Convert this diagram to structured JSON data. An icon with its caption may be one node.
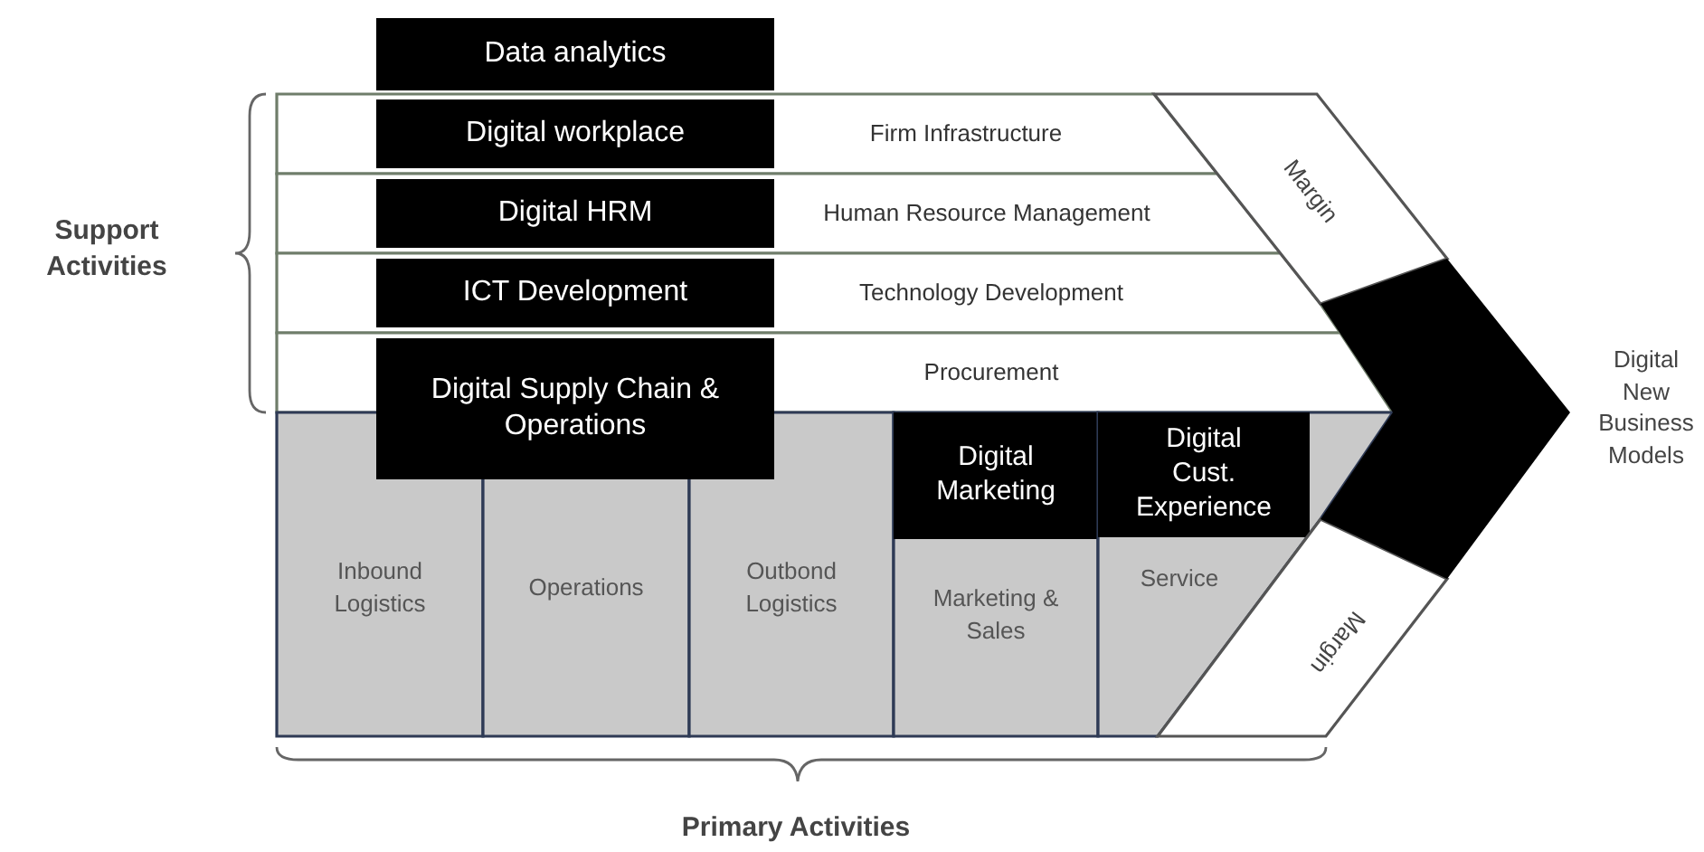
{
  "diagram": {
    "nodes": [
      {
        "text": [
          "Data analytics"
        ]
      },
      {
        "text": [
          "Firm Infrastructure"
        ]
      },
      {
        "text": [
          "Digital workplace"
        ],
        "in": 1
      },
      {
        "text": [
          "Human Resource Management"
        ]
      },
      {
        "text": [
          "Digital HRM"
        ],
        "in": 3
      },
      {
        "text": [
          "Technology Development"
        ]
      },
      {
        "text": [
          "ICT Development"
        ],
        "in": 5
      },
      {
        "text": [
          "Procurement"
        ]
      },
      {
        "text": [
          "Digital Supply Chain & Operations"
        ]
      },
      {
        "text": [
          "Digital Marketing"
        ],
        "in": 14
      },
      {
        "text": [
          "Digital Cust. Experience"
        ],
        "in": 15
      },
      {
        "text": [
          "Inbound Logistics"
        ]
      },
      {
        "text": [
          "Operations"
        ]
      },
      {
        "text": [
          "Outbond Logistics"
        ]
      },
      {
        "text": [
          "Marketing & Sales"
        ]
      },
      {
        "text": [
          "Service"
        ]
      },
      {
        "text": [
          "Margin"
        ]
      },
      {
        "text": [
          "Margin"
        ]
      },
      {
        "text": [],
        "shape": "chevron",
        "beside": [
          "Digital New Business Models"
        ]
      }
    ],
    "labels": [
      "Support Activities",
      "Primary Activities"
    ]
  }
}
